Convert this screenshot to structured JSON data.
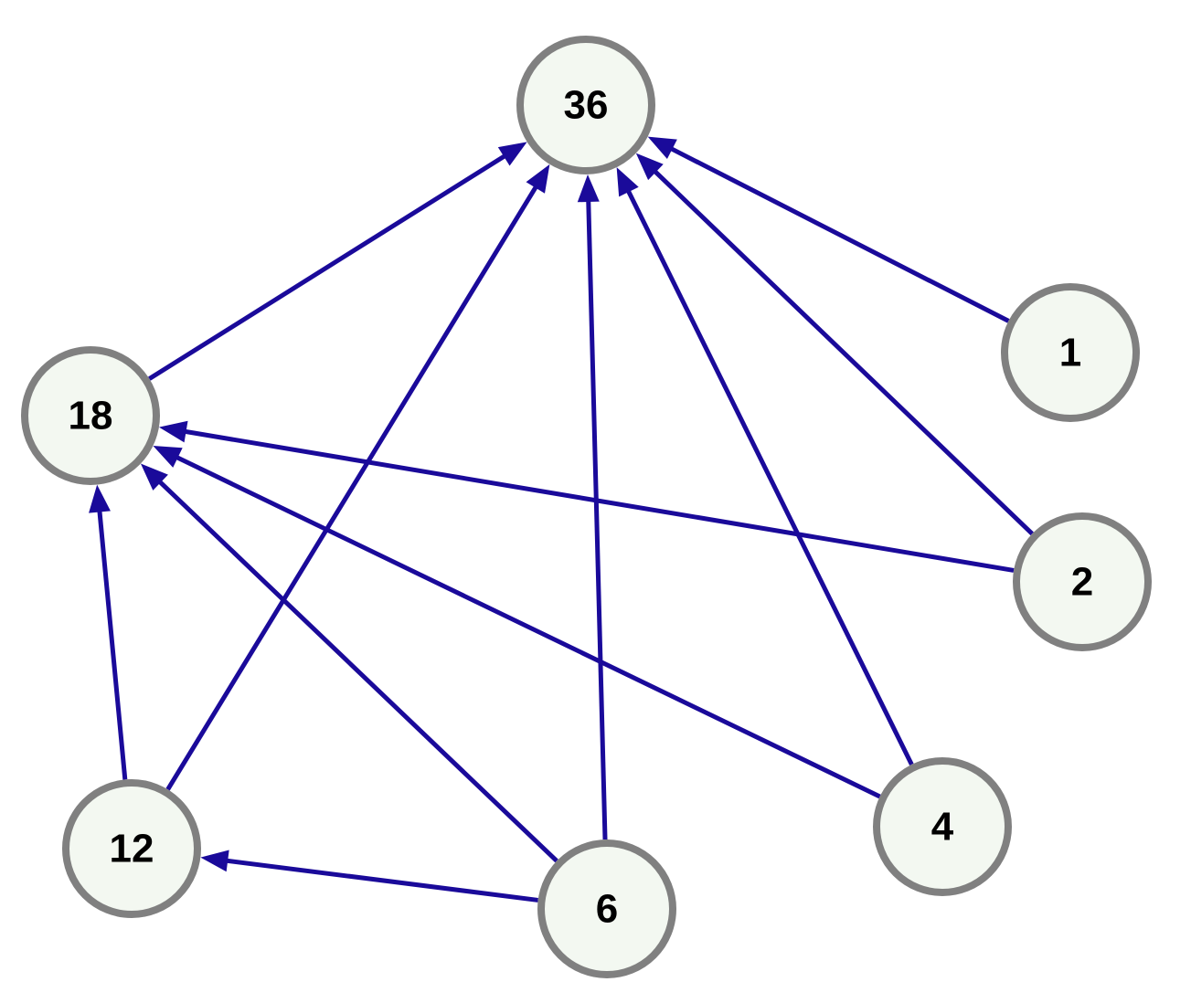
{
  "colors": {
    "edge": "#1a0a9a",
    "node_fill": "#f3f8f1",
    "node_stroke": "#808080",
    "label": "#000000"
  },
  "nodes": [
    {
      "id": "n36",
      "label": "36"
    },
    {
      "id": "n1",
      "label": "1"
    },
    {
      "id": "n18",
      "label": "18"
    },
    {
      "id": "n2",
      "label": "2"
    },
    {
      "id": "n4",
      "label": "4"
    },
    {
      "id": "n12",
      "label": "12"
    },
    {
      "id": "n6",
      "label": "6"
    }
  ],
  "edges": [
    {
      "from": "n18",
      "to": "n36"
    },
    {
      "from": "n12",
      "to": "n36"
    },
    {
      "from": "n6",
      "to": "n36"
    },
    {
      "from": "n4",
      "to": "n36"
    },
    {
      "from": "n2",
      "to": "n36"
    },
    {
      "from": "n1",
      "to": "n36"
    },
    {
      "from": "n2",
      "to": "n18"
    },
    {
      "from": "n4",
      "to": "n18"
    },
    {
      "from": "n6",
      "to": "n18"
    },
    {
      "from": "n12",
      "to": "n18"
    },
    {
      "from": "n6",
      "to": "n12"
    }
  ]
}
